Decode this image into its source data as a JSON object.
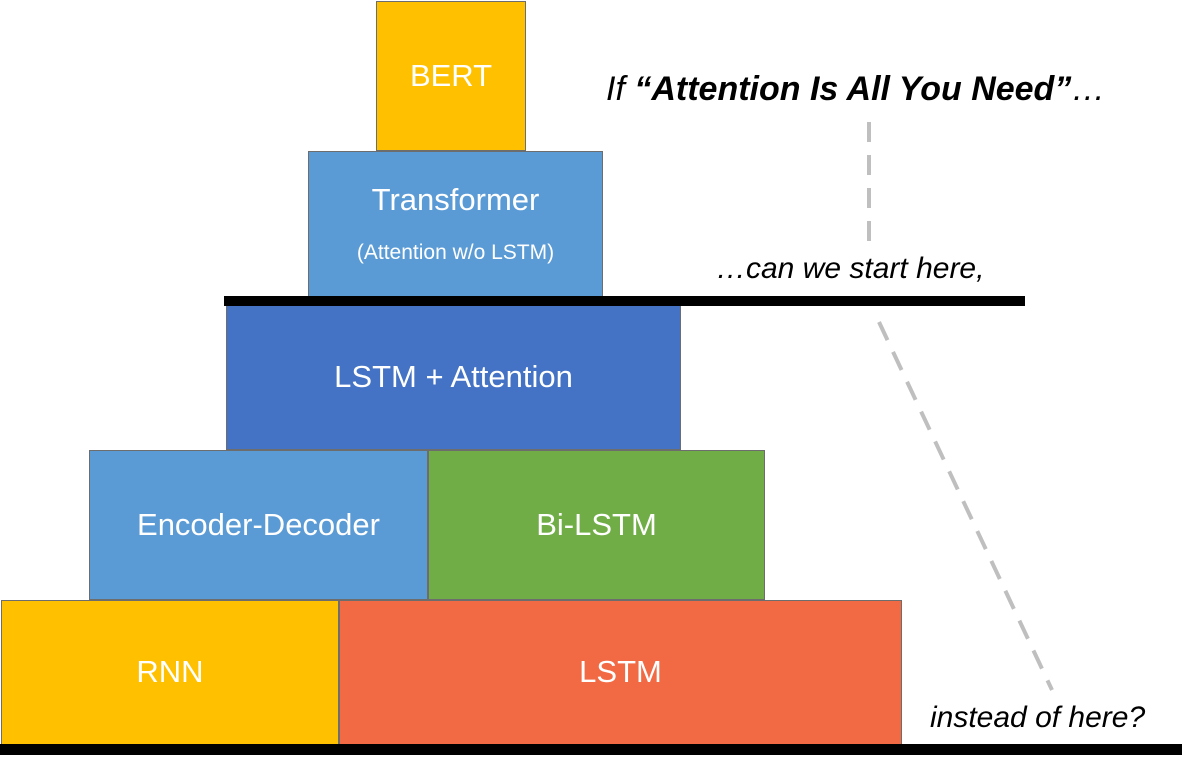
{
  "blocks": {
    "bert": {
      "label": "BERT",
      "color": "#FFC000"
    },
    "transformer": {
      "label": "Transformer",
      "sublabel": "(Attention w/o LSTM)",
      "color": "#5B9BD5"
    },
    "lstm_attention": {
      "label": "LSTM + Attention",
      "color": "#4472C4"
    },
    "encoder_decoder": {
      "label": "Encoder-Decoder",
      "color": "#5B9BD5"
    },
    "bi_lstm": {
      "label": "Bi-LSTM",
      "color": "#70AD47"
    },
    "rnn": {
      "label": "RNN",
      "color": "#FFC000"
    },
    "lstm": {
      "label": "LSTM",
      "color": "#F26A44"
    }
  },
  "annotations": {
    "top_prefix": "If ",
    "top_emphasis": "“Attention Is All You Need”",
    "top_suffix": "…",
    "middle": "…can we start here,",
    "bottom": "instead of here?"
  }
}
